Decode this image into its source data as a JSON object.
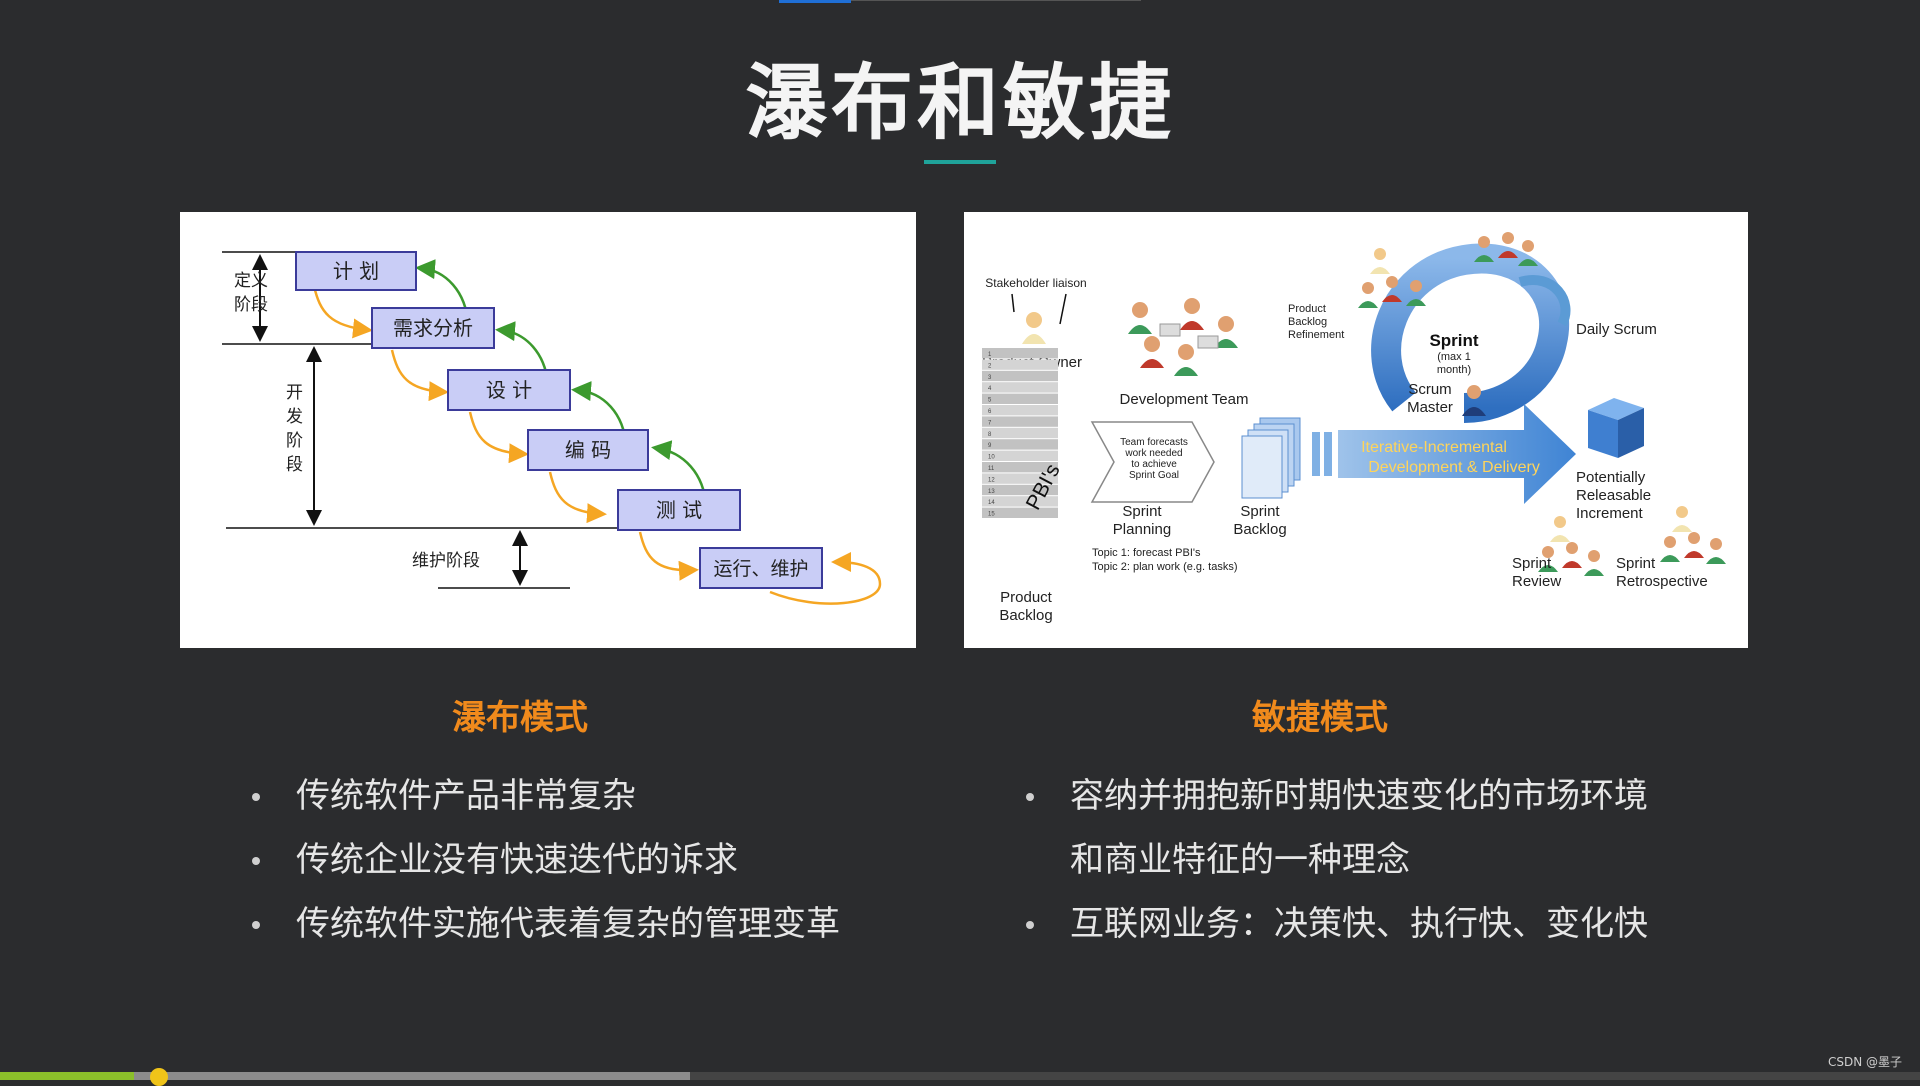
{
  "slide": {
    "title": "瀑布和敏捷"
  },
  "waterfall": {
    "heading": "瀑布模式",
    "stages": [
      "计 划",
      "需求分析",
      "设 计",
      "编 码",
      "测 试",
      "运行、维护"
    ],
    "phases": {
      "definition": [
        "定义",
        "阶段"
      ],
      "development": [
        "开",
        "发",
        "阶",
        "段"
      ],
      "maintenance": "维护阶段"
    },
    "bullets": [
      "传统软件产品非常复杂",
      "传统企业没有快速迭代的诉求",
      "传统软件实施代表着复杂的管理变革"
    ],
    "colors": {
      "stage_fill": "#c9cdf6",
      "stage_border": "#3b3b9a",
      "arrow_forward": "#f5a623",
      "arrow_back": "#3c9a2e"
    }
  },
  "agile": {
    "heading": "敏捷模式",
    "diagram": {
      "stakeholder": "Stakeholder liaison",
      "product_owner": "Product Owner",
      "development_team": "Development Team",
      "pbis": "PBI's",
      "product_backlog": [
        "Product",
        "Backlog"
      ],
      "planning_note": [
        "Team forecasts",
        "work needed",
        "to achieve",
        "Sprint Goal"
      ],
      "sprint_planning": [
        "Sprint",
        "Planning"
      ],
      "sprint_backlog": [
        "Sprint",
        "Backlog"
      ],
      "topics": [
        "Topic 1: forecast PBI's",
        "Topic 2: plan work (e.g. tasks)"
      ],
      "refinement": [
        "Product",
        "Backlog",
        "Refinement"
      ],
      "sprint": "Sprint",
      "sprint_length": [
        "(max 1",
        "month)"
      ],
      "scrum_master": [
        "Scrum",
        "Master"
      ],
      "daily_scrum": "Daily Scrum",
      "iterative": [
        "Iterative-Incremental",
        "Development & Delivery"
      ],
      "increment": [
        "Potentially",
        "Releasable",
        "Increment"
      ],
      "sprint_review": [
        "Sprint",
        "Review"
      ],
      "sprint_retro": [
        "Sprint",
        "Retrospective"
      ],
      "backlog_numbers": [
        "1",
        "2",
        "3",
        "4",
        "5",
        "6",
        "7",
        "8",
        "9",
        "10",
        "11",
        "12",
        "13",
        "14",
        "15"
      ]
    },
    "bullets": [
      "容纳并拥抱新时期快速变化的市场环境",
      "和商业特征的一种理念",
      "互联网业务：决策快、执行快、变化快"
    ],
    "colors": {
      "arrow": "#5b9bd5",
      "cube": "#3f7fd0",
      "gold_text": "#ffd45a"
    }
  },
  "player": {
    "progress_percent": 7
  },
  "watermark": "CSDN @墨子"
}
